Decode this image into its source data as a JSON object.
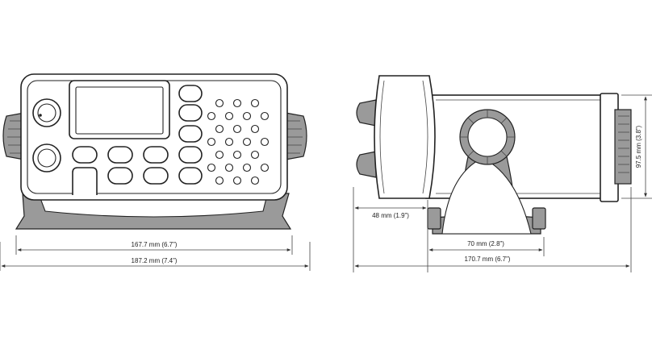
{
  "dimensions": {
    "front_inner_width": "167.7 mm (6.7”)",
    "front_overall_width": "187.2 mm (7.4”)",
    "side_depth": "48 mm (1.9”)",
    "bracket_width": "70 mm (2.8”)",
    "side_overall": "170.7 mm (6.7”)",
    "body_height": "97.5 mm (3.8”)"
  },
  "colors": {
    "line": "#222222",
    "shade": "#9a9a9a",
    "background": "#ffffff"
  }
}
